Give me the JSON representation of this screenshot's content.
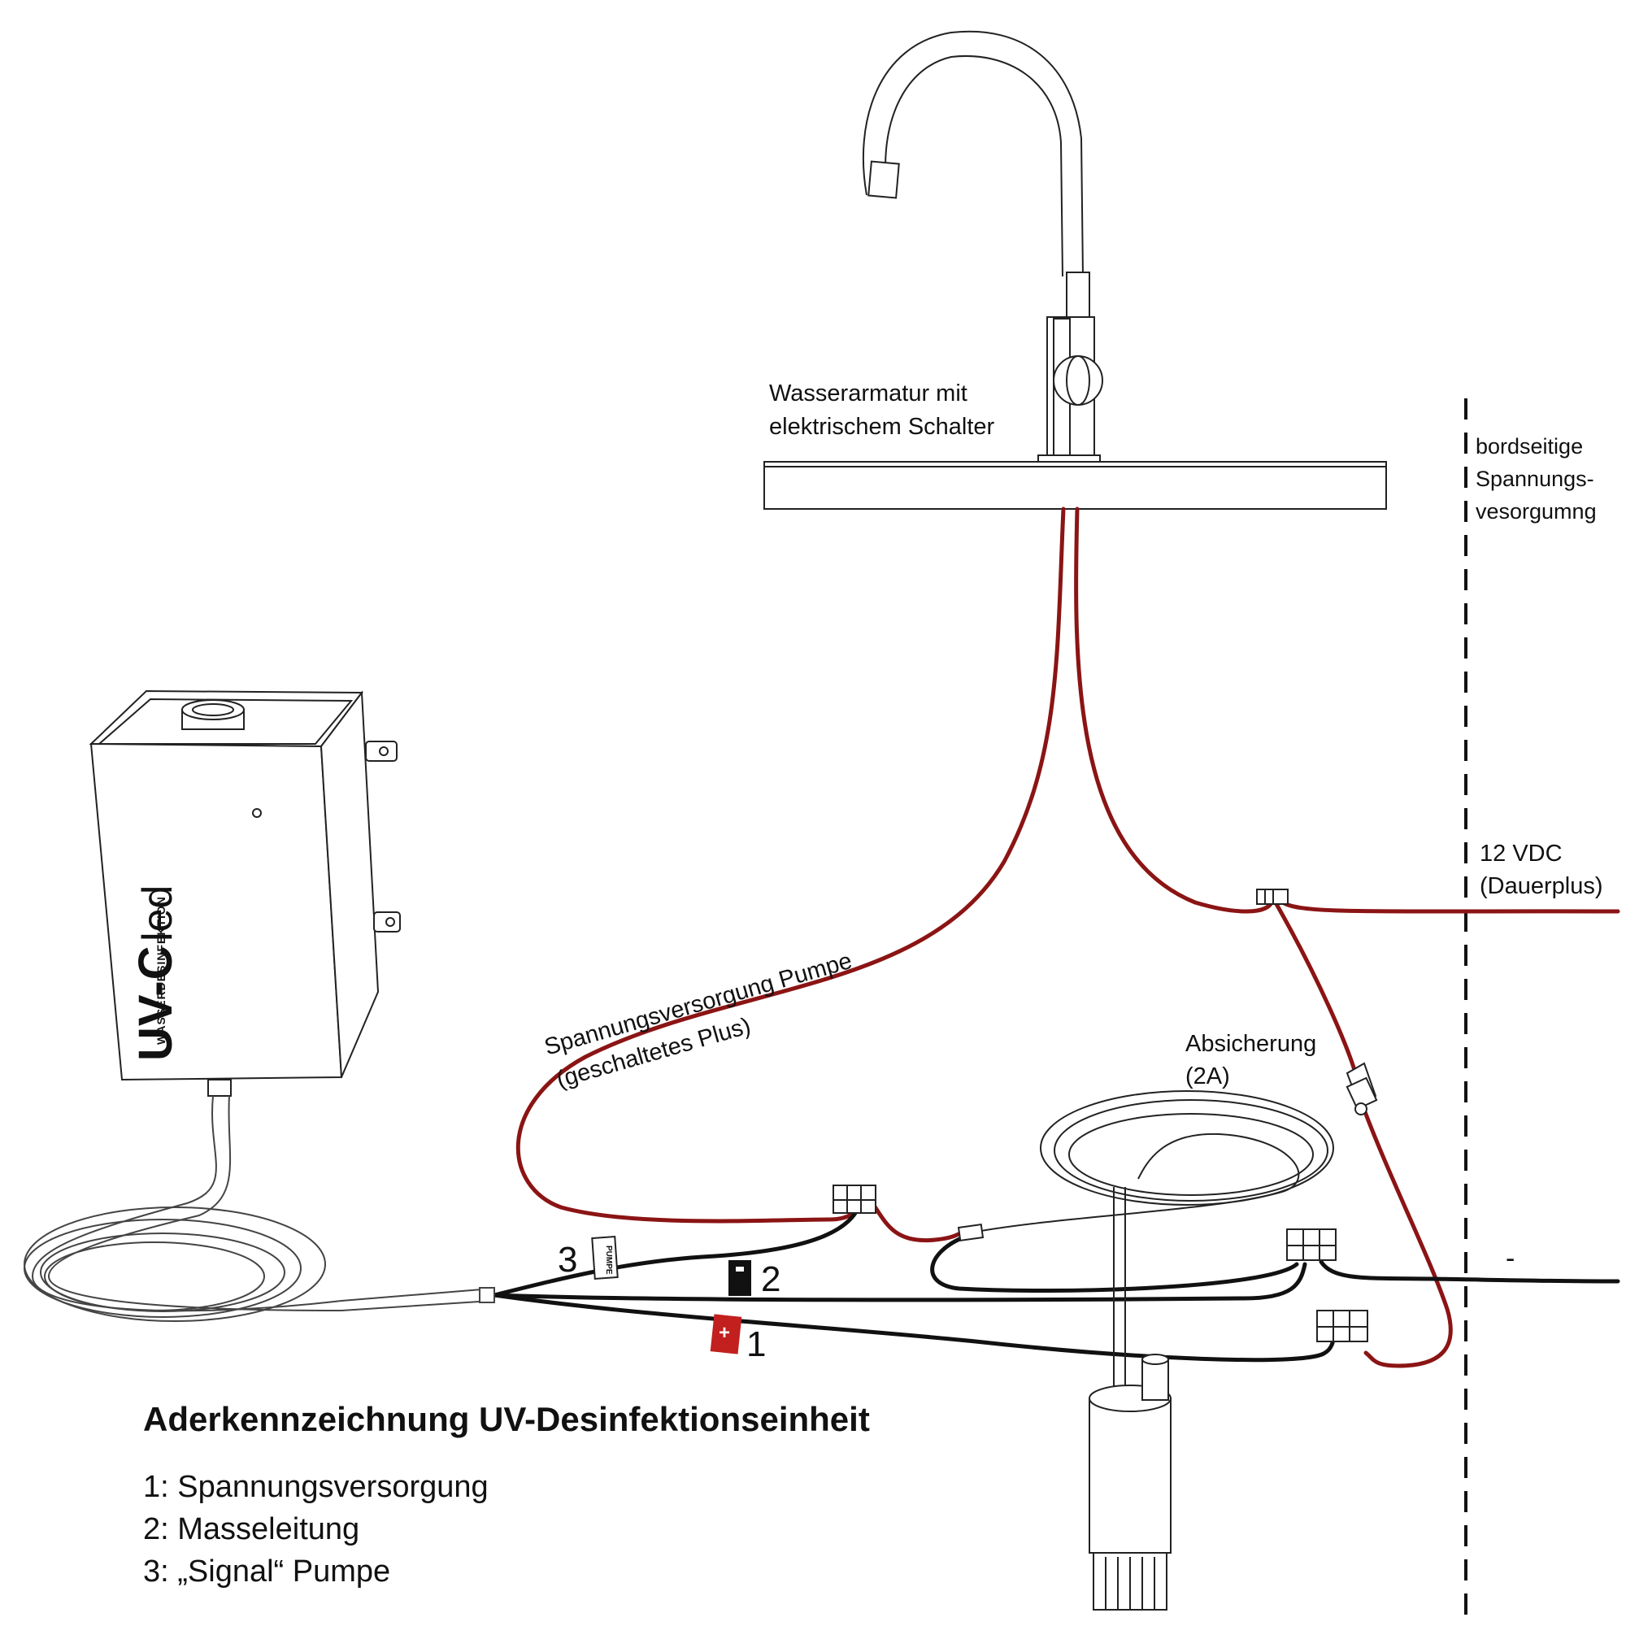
{
  "labels": {
    "faucet_line1": "Wasserarmatur mit",
    "faucet_line2": "elektrischem Schalter",
    "supply_line1": "bordseitige",
    "supply_line2": "Spannungs-",
    "supply_line3": "vesorgumng",
    "vdc_line1": "12 VDC",
    "vdc_line2": "(Dauerplus)",
    "pump_supply_line1": "Spannungsversorgung Pumpe",
    "pump_supply_line2": "(geschaltetes Plus)",
    "fuse_line1": "Absicherung",
    "fuse_line2": "(2A)",
    "minus": "-"
  },
  "wire_tags": {
    "wire3_number": "3",
    "wire3_tag": "PUMPE",
    "wire2_number": "2",
    "wire2_tag": "-",
    "wire1_number": "1",
    "wire1_tag": "+"
  },
  "device": {
    "brand_main": "UV-C",
    "brand_suffix": "led",
    "brand_sub": "WASSERDESINFEKTION"
  },
  "legend": {
    "title": "Aderkennzeichnung UV-Desinfektionseinheit",
    "items": [
      "1: Spannungsversorgung",
      "2: Masseleitung",
      "3: „Signal“ Pumpe"
    ]
  },
  "colors": {
    "red_wire": "#8b1414",
    "black_wire": "#111111",
    "tag_red": "#c21f1f"
  }
}
